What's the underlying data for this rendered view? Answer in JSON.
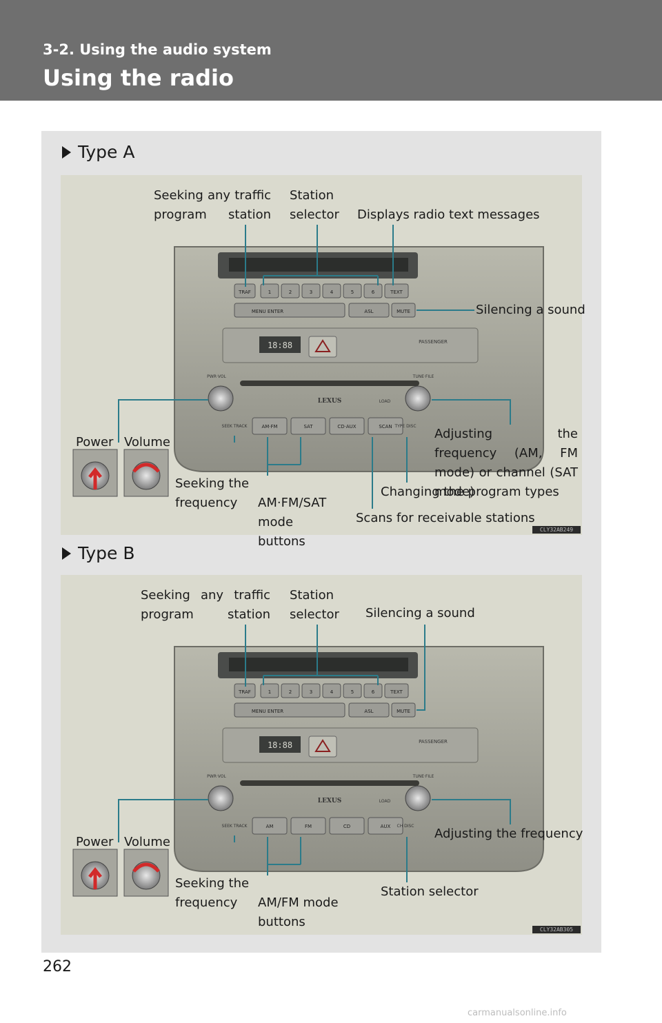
{
  "header": {
    "section": "3-2. Using the audio system",
    "title": "Using the radio"
  },
  "type_a": {
    "heading": "Type A",
    "labels": {
      "traffic": "Seeking any traffic program station",
      "station_selector": "Station selector",
      "radio_text": "Displays radio text messages",
      "silencing": "Silencing a sound",
      "power": "Power",
      "volume": "Volume",
      "seeking_freq": "Seeking the frequency",
      "mode_buttons": "AM·FM/SAT mode buttons",
      "adjusting": "Adjusting the frequency (AM, FM mode) or channel (SAT mode)",
      "program_types": "Changing the program types",
      "scans": "Scans for receivable stations"
    },
    "buttons": {
      "traf": "TRAF",
      "presets": [
        "1",
        "2",
        "3",
        "4",
        "5",
        "6"
      ],
      "text": "TEXT",
      "menu": "MENU ENTER",
      "asl": "ASL",
      "mute": "MUTE",
      "pwr": "PWR·VOL",
      "tune": "TUNE·FILE",
      "brand": "LEXUS",
      "seek": "SEEK TRACK",
      "modes": [
        "AM·FM",
        "SAT",
        "CD·AUX",
        "SCAN"
      ],
      "type": "TYPE DISC",
      "clock": "18:88",
      "passenger": "PASSENGER",
      "load": "LOAD"
    },
    "code": "CLY32AB249"
  },
  "type_b": {
    "heading": "Type B",
    "labels": {
      "traffic": "Seeking any traffic program station",
      "station_selector": "Station selector",
      "silencing": "Silencing a sound",
      "power": "Power",
      "volume": "Volume",
      "seeking_freq": "Seeking the frequency",
      "mode_buttons": "AM/FM mode buttons",
      "adjusting": "Adjusting the frequency",
      "station_selector_2": "Station selector"
    },
    "buttons": {
      "traf": "TRAF",
      "presets": [
        "1",
        "2",
        "3",
        "4",
        "5",
        "6"
      ],
      "text": "TEXT",
      "menu": "MENU ENTER",
      "asl": "ASL",
      "mute": "MUTE",
      "pwr": "PWR·VOL",
      "tune": "TUNE·FILE",
      "brand": "LEXUS",
      "seek": "SEEK TRACK",
      "modes": [
        "AM",
        "FM",
        "CD",
        "AUX"
      ],
      "type": "CH DISC",
      "clock": "18:88",
      "passenger": "PASSENGER",
      "load": "LOAD"
    },
    "code": "CLY32AB305"
  },
  "footer": {
    "page": "262",
    "watermark": "carmanualsonline.info"
  },
  "colors": {
    "header": "#6f6f6f",
    "panel": "#e3e3e3",
    "figure": "#dadace",
    "leader": "#2b7b8a",
    "arrow": "#d22a2a"
  }
}
